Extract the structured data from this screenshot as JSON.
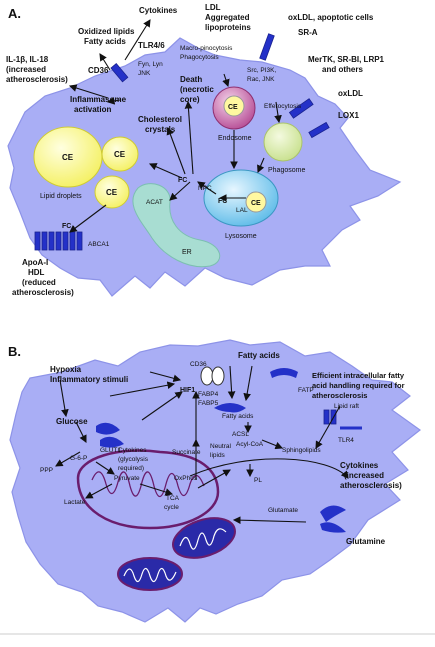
{
  "panel_a": {
    "label": "A.",
    "cytokines": "Cytokines",
    "ldl": [
      "LDL",
      "Aggregated",
      "lipoproteins"
    ],
    "oxldl_apoptotic": "oxLDL, apoptotic cells",
    "sr_a": "SR-A",
    "oxidized": [
      "Oxidized lipids",
      "Fatty acids"
    ],
    "cd36": "CD36",
    "tlr46": "TLR4/6",
    "fyn_lyn": [
      "Fyn, Lyn",
      "JNK"
    ],
    "macropino": [
      "Macro-pinocytosis",
      "Phagocytosis"
    ],
    "src": [
      "Src, PI3K,",
      "Rac, JNK"
    ],
    "mertk": [
      "MerTK, SR-BI, LRP1",
      "and others"
    ],
    "il1b": [
      "IL-1β, IL-18",
      "(increased",
      "atherosclerosis)"
    ],
    "death": [
      "Death",
      "(necrotic",
      "core)"
    ],
    "oxldl": "oxLDL",
    "lox1": "LOX1",
    "inflammasome": [
      "Inflammasome",
      "activation"
    ],
    "cholesterol": [
      "Cholesterol",
      "crystals"
    ],
    "ce": "CE",
    "endosome": "Endosome",
    "efferocytosis": "Efferocytosis",
    "phagosome": "Phagosome",
    "lipid_droplets": "Lipid droplets",
    "fc": "FC",
    "npc": "NPC",
    "acat": "ACAT",
    "lal": "LAL",
    "lysosome": "Lysosome",
    "er": "ER",
    "abca1": "ABCA1",
    "apoa": [
      "ApoA-I",
      "HDL",
      "(reduced",
      "atherosclerosis)"
    ]
  },
  "panel_b": {
    "label": "B.",
    "hypoxia": [
      "Hypoxia",
      "Inflammatory stimuli"
    ],
    "fatty_acids": "Fatty acids",
    "cd36": "CD36",
    "efficient": [
      "Efficient intracellular  fatty",
      "acid handling required for",
      "atherosclerosis"
    ],
    "hif1": "HIF1",
    "fabp": [
      "FABP4",
      "FABP5"
    ],
    "fatp": "FATP",
    "glucose": "Glucose",
    "glut1": "GLUT1",
    "succinate": "Succinate",
    "fatty_acids_inner": "Fatty acids",
    "lipid_raft": "Lipid raft",
    "cytokines_gly": [
      "Cytokines",
      "(glycolysis",
      "required)"
    ],
    "g6p": "G-6-P",
    "acsl": "ACSL",
    "acylcoa": "Acyl-CoA",
    "neutral": [
      "Neutral",
      "lipids"
    ],
    "tlr4": "TLR4",
    "sphingo": "Sphingolipids",
    "ppp": "PPP",
    "pyruvate": "Pyruvate",
    "oxphos": "OxPhos",
    "pl": "PL",
    "cytokines_inc": [
      "Cytokines",
      "(increased",
      "atherosclerosis)"
    ],
    "lactate": "Lactate",
    "tca": [
      "TCA",
      "cycle"
    ],
    "glutamate": "Glutamate",
    "glutamine": "Glutamine"
  }
}
